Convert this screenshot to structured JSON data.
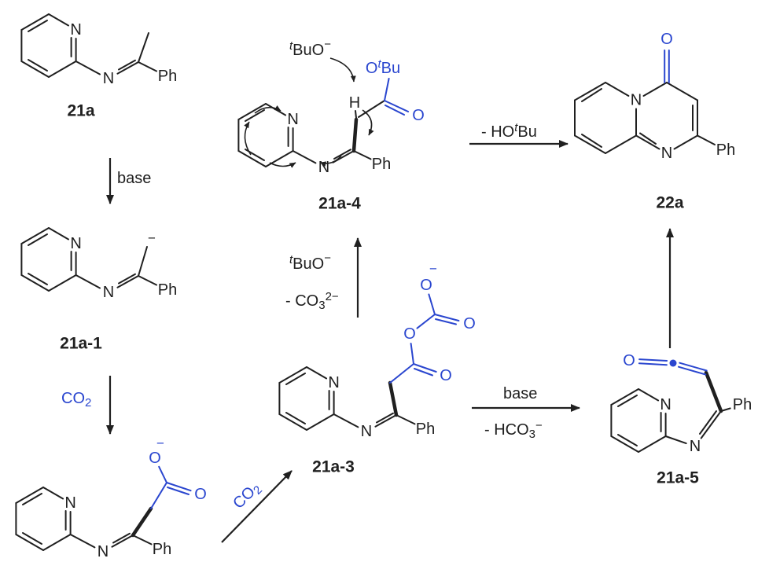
{
  "colors": {
    "ink": "#202020",
    "accent_blue": "#2a46cf",
    "background": "#ffffff"
  },
  "atoms": {
    "nitrogen": "N",
    "oxygen": "O",
    "phenyl": "Ph",
    "hydrogen": "H",
    "minus": "−"
  },
  "compounds": {
    "s21a": "21a",
    "s21a1": "21a-1",
    "s21a3": "21a-3",
    "s21a4": "21a-4",
    "s21a5": "21a-5",
    "s22a": "22a"
  },
  "reagents": {
    "base": "base",
    "co2_main": "CO",
    "co2_sub": "2",
    "tbuo_t": "t",
    "tbuo_main": "BuO",
    "tbuo_charge": "−",
    "co3_main": "- CO",
    "co3_sub": "3",
    "co3_sup": "2−",
    "hotbu_main": "- HO",
    "hotbu_t": "t",
    "hotbu_tail": "Bu",
    "hco3_main": "- HCO",
    "hco3_sub": "3",
    "hco3_sup": "−",
    "otbu_o": "O",
    "otbu_t": "t",
    "otbu_tail": "Bu"
  }
}
